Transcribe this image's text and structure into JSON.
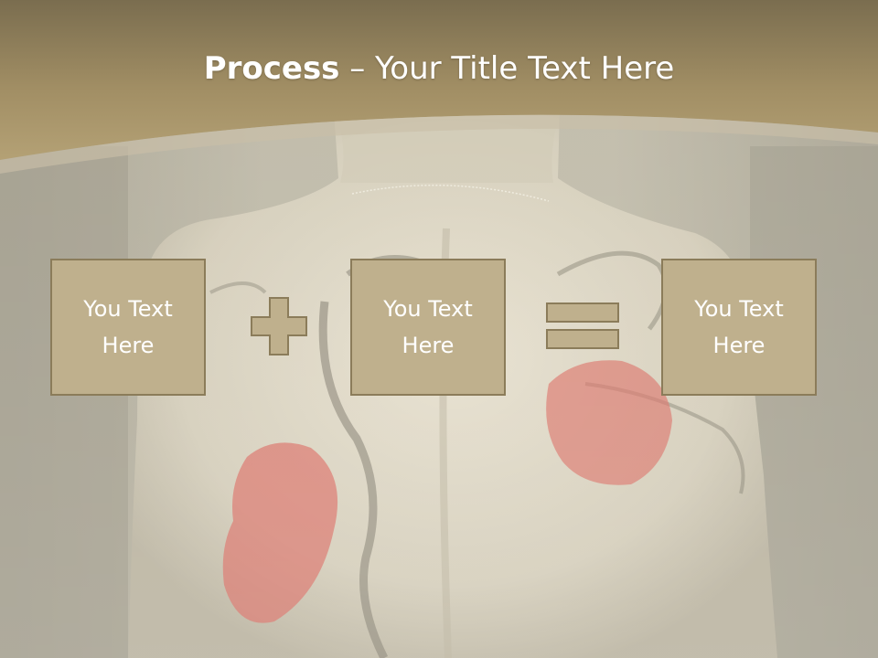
{
  "title": {
    "bold": "Process",
    "rest": " – Your Title Text Here"
  },
  "boxes": [
    {
      "line1": "You Text",
      "line2": "Here"
    },
    {
      "line1": "You Text",
      "line2": "Here"
    },
    {
      "line1": "You Text",
      "line2": "Here"
    }
  ],
  "colors": {
    "header_band": "#a8956a",
    "box_fill": "#bfb08d",
    "box_border": "#8b7c5a",
    "text": "#ffffff"
  },
  "icons": [
    "plus-icon",
    "equals-icon"
  ]
}
